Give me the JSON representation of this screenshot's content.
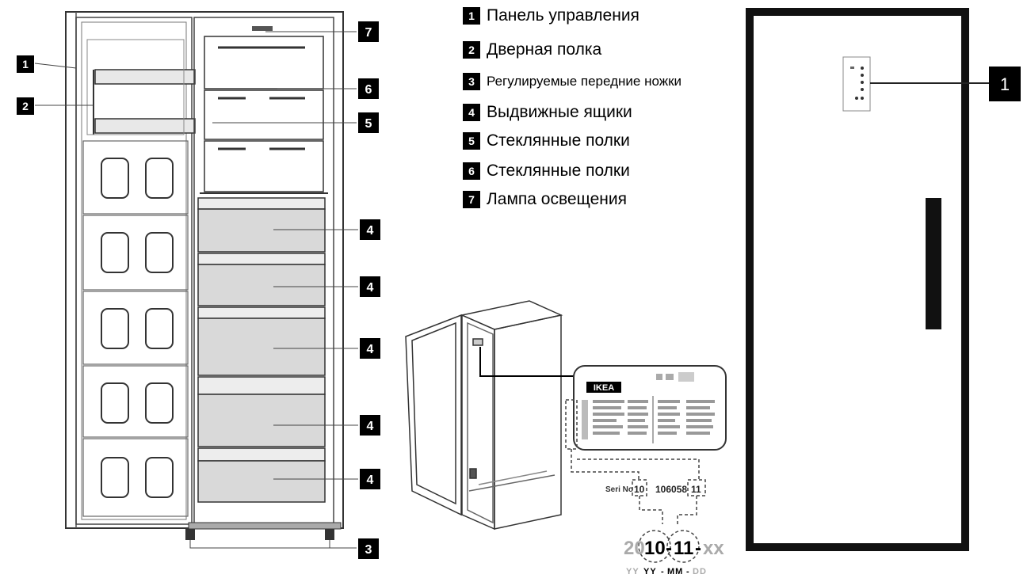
{
  "legend": [
    {
      "num": "1",
      "label": "Панель управления"
    },
    {
      "num": "2",
      "label": "Дверная полка"
    },
    {
      "num": "3",
      "label": "Регулируемые передние ножки"
    },
    {
      "num": "4",
      "label": "Выдвижные ящики"
    },
    {
      "num": "5",
      "label": "Стеклянные полки"
    },
    {
      "num": "6",
      "label": "Стеклянные полки"
    },
    {
      "num": "7",
      "label": "Лампа освещения"
    }
  ],
  "callouts": {
    "c1": "1",
    "c2": "2",
    "c3": "3",
    "c4": "4",
    "c5": "5",
    "c6": "6",
    "c7": "7",
    "door_control_panel": "1"
  },
  "rating_plate": {
    "brand": "IKEA",
    "serial_label": "Seri No",
    "serial_part1": "10",
    "serial_part2": "106058",
    "serial_part3": "11"
  },
  "date_code": {
    "prefix": "20",
    "yy": "10",
    "sep1": "-",
    "mm": "11",
    "sep2": "-",
    "dd": "xx",
    "format_yy_grey": "YY",
    "format_yy": "YY",
    "format_sep1": "-",
    "format_mm": "MM",
    "format_sep2": "-",
    "format_dd": "DD"
  }
}
